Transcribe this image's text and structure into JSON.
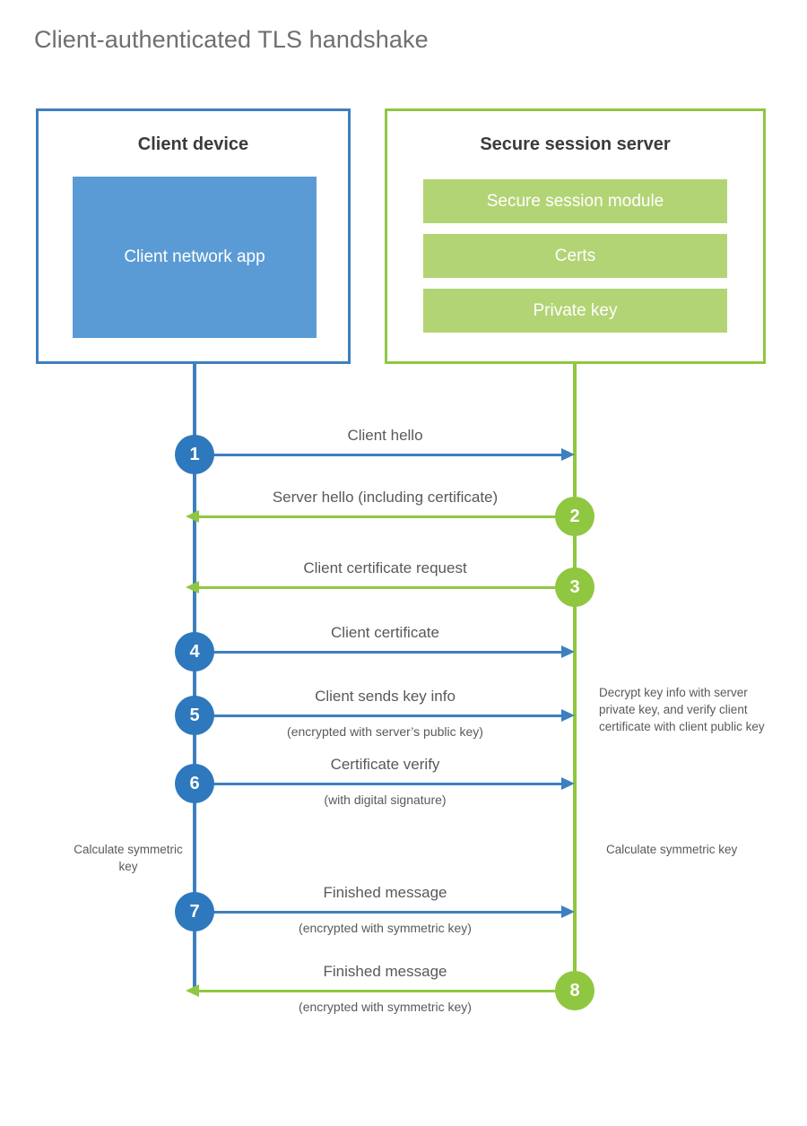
{
  "title": "Client-authenticated TLS handshake",
  "colors": {
    "client_blue": "#3d7fbf",
    "client_badge_blue": "#2e78bd",
    "client_app_fill": "#5b9bd5",
    "server_green": "#8fc740",
    "server_item_fill": "#b3d475",
    "text_gray": "#58595b",
    "title_gray": "#6e6f71",
    "heading_dark": "#3b3b3d"
  },
  "client": {
    "title": "Client device",
    "app_label": "Client network app",
    "calculate_note": "Calculate symmetric key"
  },
  "server": {
    "title": "Secure session server",
    "items": [
      {
        "label": "Secure session module"
      },
      {
        "label": "Certs"
      },
      {
        "label": "Private key"
      }
    ],
    "decrypt_note": "Decrypt key info with server private key, and verify client certificate with client public key",
    "calculate_note": "Calculate symmetric key"
  },
  "messages": [
    {
      "step": "1",
      "label": "Client hello",
      "sublabel": "",
      "direction": "to-server",
      "origin": "client"
    },
    {
      "step": "2",
      "label": "Server hello (including certificate)",
      "sublabel": "",
      "direction": "to-client",
      "origin": "server"
    },
    {
      "step": "3",
      "label": "Client certificate request",
      "sublabel": "",
      "direction": "to-client",
      "origin": "server"
    },
    {
      "step": "4",
      "label": "Client certificate",
      "sublabel": "",
      "direction": "to-server",
      "origin": "client"
    },
    {
      "step": "5",
      "label": "Client sends key info",
      "sublabel": "(encrypted with server’s public key)",
      "direction": "to-server",
      "origin": "client"
    },
    {
      "step": "6",
      "label": "Certificate verify",
      "sublabel": "(with digital signature)",
      "direction": "to-server",
      "origin": "client"
    },
    {
      "step": "7",
      "label": "Finished message",
      "sublabel": "(encrypted with symmetric key)",
      "direction": "to-server",
      "origin": "client"
    },
    {
      "step": "8",
      "label": "Finished message",
      "sublabel": "(encrypted with symmetric key)",
      "direction": "to-client",
      "origin": "server"
    }
  ]
}
